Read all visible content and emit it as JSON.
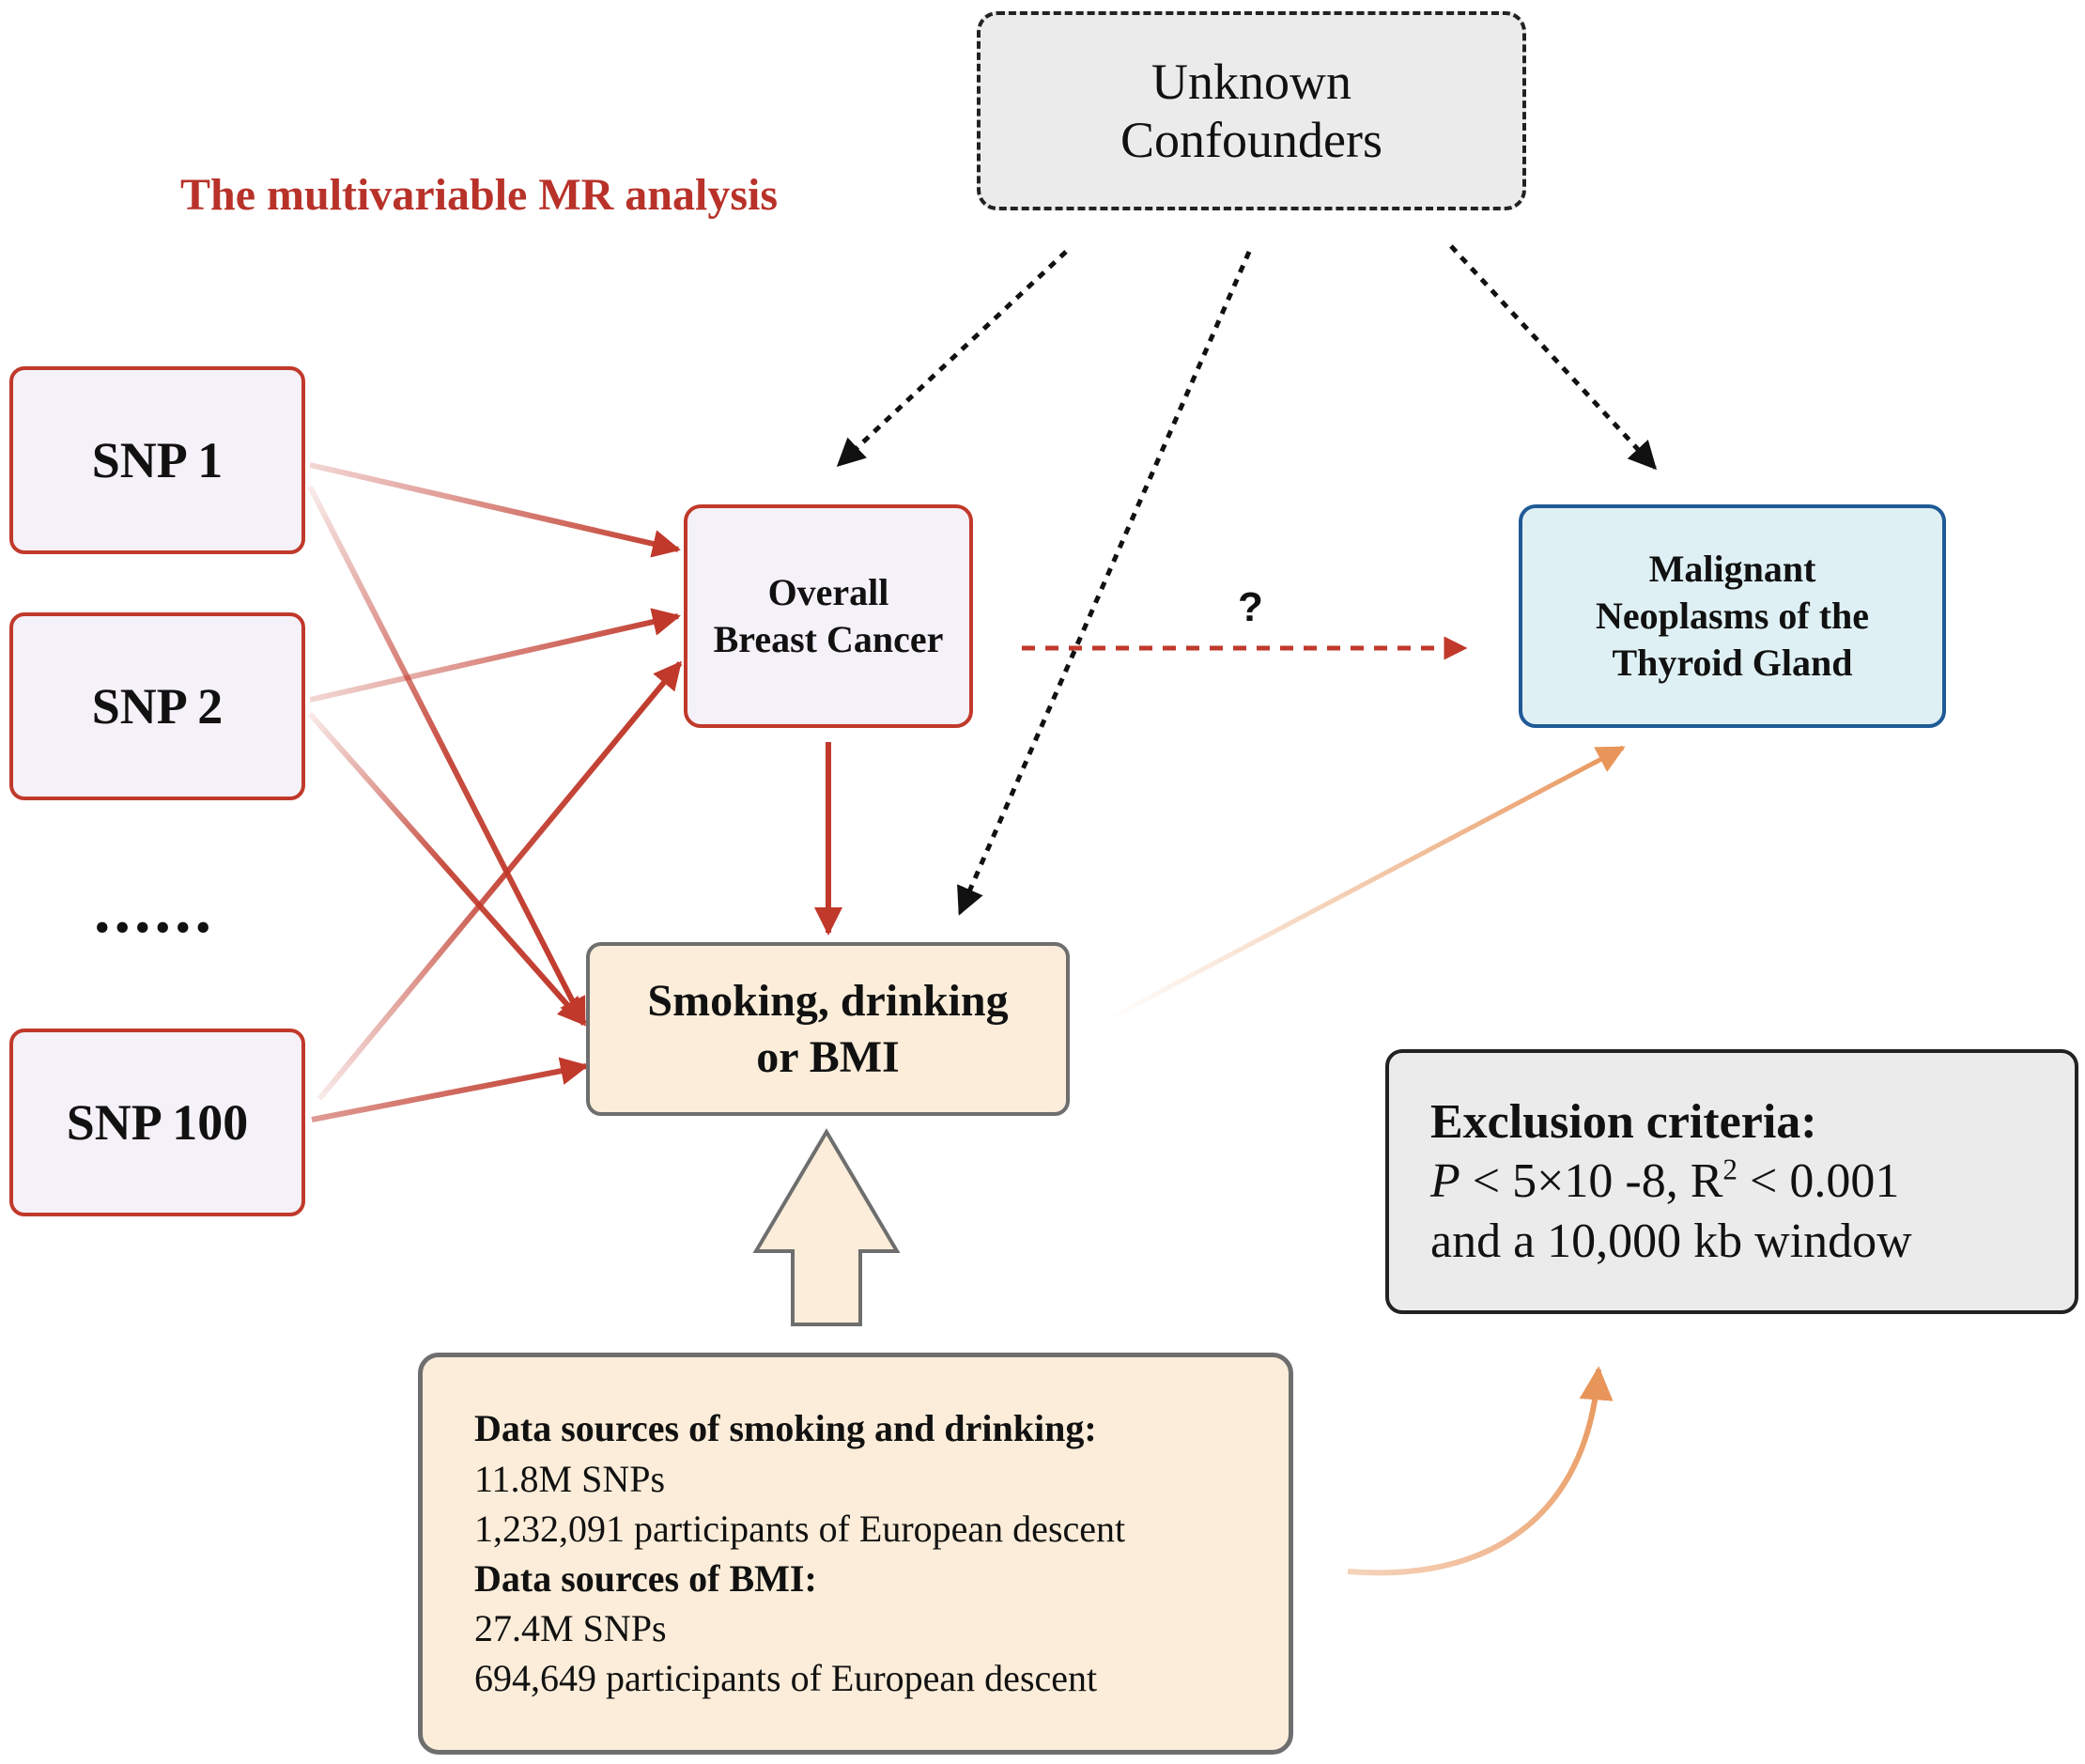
{
  "title": "The multivariable MR analysis",
  "confounders": {
    "line1": "Unknown",
    "line2": "Confounders"
  },
  "snps": [
    "SNP 1",
    "SNP 2",
    "SNP 100"
  ],
  "ellipsis": "......",
  "exposure": {
    "line1": "Overall",
    "line2": "Breast Cancer"
  },
  "outcome": {
    "line1": "Malignant",
    "line2": "Neoplasms of the",
    "line3": "Thyroid Gland"
  },
  "question_mark": "?",
  "mediator": {
    "line1": "Smoking, drinking",
    "line2": "or BMI"
  },
  "exclusion": {
    "heading": "Exclusion criteria:",
    "p_symbol": "P",
    "p_text": " < 5×10 -8, R",
    "r2_sup": "2",
    "r2_text": " < 0.001",
    "line3": "and a 10,000 kb window"
  },
  "data_sources": {
    "smoking_heading": "Data sources of smoking and drinking:",
    "smoking_snps": "11.8M SNPs",
    "smoking_participants": "1,232,091 participants of European descent",
    "bmi_heading": "Data sources of BMI:",
    "bmi_snps": "27.4M SNPs",
    "bmi_participants": "694,649 participants of European descent"
  },
  "colors": {
    "red": "#c0392b",
    "blue": "#1f5a96",
    "orange": "#e8955a",
    "peach": "#fbedd9",
    "gray": "#ebebeb"
  }
}
